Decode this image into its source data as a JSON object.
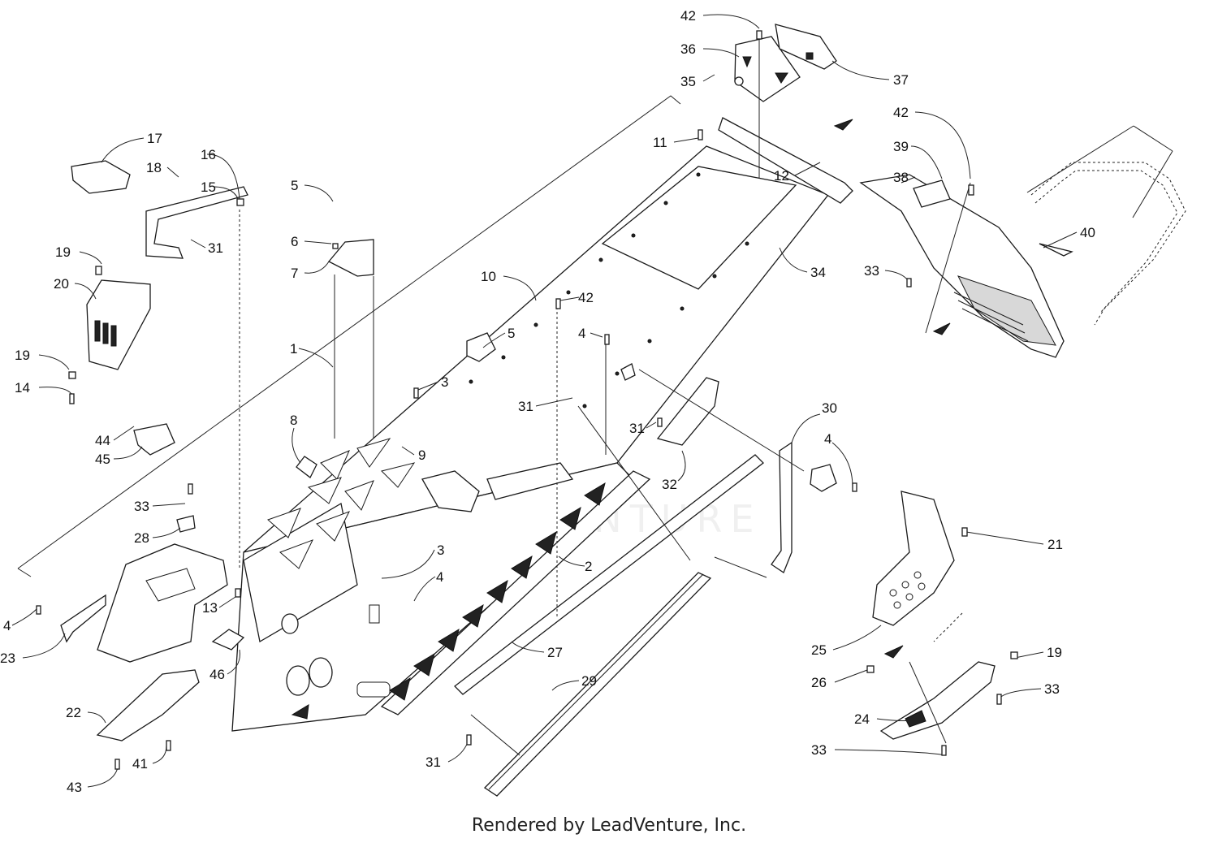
{
  "watermark": "LEADVENTURE",
  "footer": "Rendered by LeadVenture, Inc.",
  "callouts": [
    {
      "id": "c42a",
      "text": "42"
    },
    {
      "id": "c36",
      "text": "36"
    },
    {
      "id": "c35",
      "text": "35"
    },
    {
      "id": "c37",
      "text": "37"
    },
    {
      "id": "c42b",
      "text": "42"
    },
    {
      "id": "c39",
      "text": "39"
    },
    {
      "id": "c38",
      "text": "38"
    },
    {
      "id": "c40",
      "text": "40"
    },
    {
      "id": "c33a",
      "text": "33"
    },
    {
      "id": "c11",
      "text": "11"
    },
    {
      "id": "c12",
      "text": "12"
    },
    {
      "id": "c34",
      "text": "34"
    },
    {
      "id": "c17",
      "text": "17"
    },
    {
      "id": "c16",
      "text": "16"
    },
    {
      "id": "c18",
      "text": "18"
    },
    {
      "id": "c15",
      "text": "15"
    },
    {
      "id": "c31a",
      "text": "31"
    },
    {
      "id": "c19a",
      "text": "19"
    },
    {
      "id": "c20",
      "text": "20"
    },
    {
      "id": "c19b",
      "text": "19"
    },
    {
      "id": "c14",
      "text": "14"
    },
    {
      "id": "c5a",
      "text": "5"
    },
    {
      "id": "c6",
      "text": "6"
    },
    {
      "id": "c7",
      "text": "7"
    },
    {
      "id": "c10",
      "text": "10"
    },
    {
      "id": "c42c",
      "text": "42"
    },
    {
      "id": "c4a",
      "text": "4"
    },
    {
      "id": "c5b",
      "text": "5"
    },
    {
      "id": "c1",
      "text": "1"
    },
    {
      "id": "c3a",
      "text": "3"
    },
    {
      "id": "c31b",
      "text": "31"
    },
    {
      "id": "c31c",
      "text": "31"
    },
    {
      "id": "c30",
      "text": "30"
    },
    {
      "id": "c4b",
      "text": "4"
    },
    {
      "id": "c8",
      "text": "8"
    },
    {
      "id": "c9",
      "text": "9"
    },
    {
      "id": "c32",
      "text": "32"
    },
    {
      "id": "c44",
      "text": "44"
    },
    {
      "id": "c45",
      "text": "45"
    },
    {
      "id": "c33b",
      "text": "33"
    },
    {
      "id": "c28",
      "text": "28"
    },
    {
      "id": "c21",
      "text": "21"
    },
    {
      "id": "c3b",
      "text": "3"
    },
    {
      "id": "c2",
      "text": "2"
    },
    {
      "id": "c4c",
      "text": "4"
    },
    {
      "id": "c13",
      "text": "13"
    },
    {
      "id": "c4d",
      "text": "4"
    },
    {
      "id": "c23",
      "text": "23"
    },
    {
      "id": "c25",
      "text": "25"
    },
    {
      "id": "c19c",
      "text": "19"
    },
    {
      "id": "c27",
      "text": "27"
    },
    {
      "id": "c46",
      "text": "46"
    },
    {
      "id": "c26",
      "text": "26"
    },
    {
      "id": "c33c",
      "text": "33"
    },
    {
      "id": "c29",
      "text": "29"
    },
    {
      "id": "c22",
      "text": "22"
    },
    {
      "id": "c24",
      "text": "24"
    },
    {
      "id": "c41",
      "text": "41"
    },
    {
      "id": "c33d",
      "text": "33"
    },
    {
      "id": "c31d",
      "text": "31"
    },
    {
      "id": "c43",
      "text": "43"
    }
  ]
}
